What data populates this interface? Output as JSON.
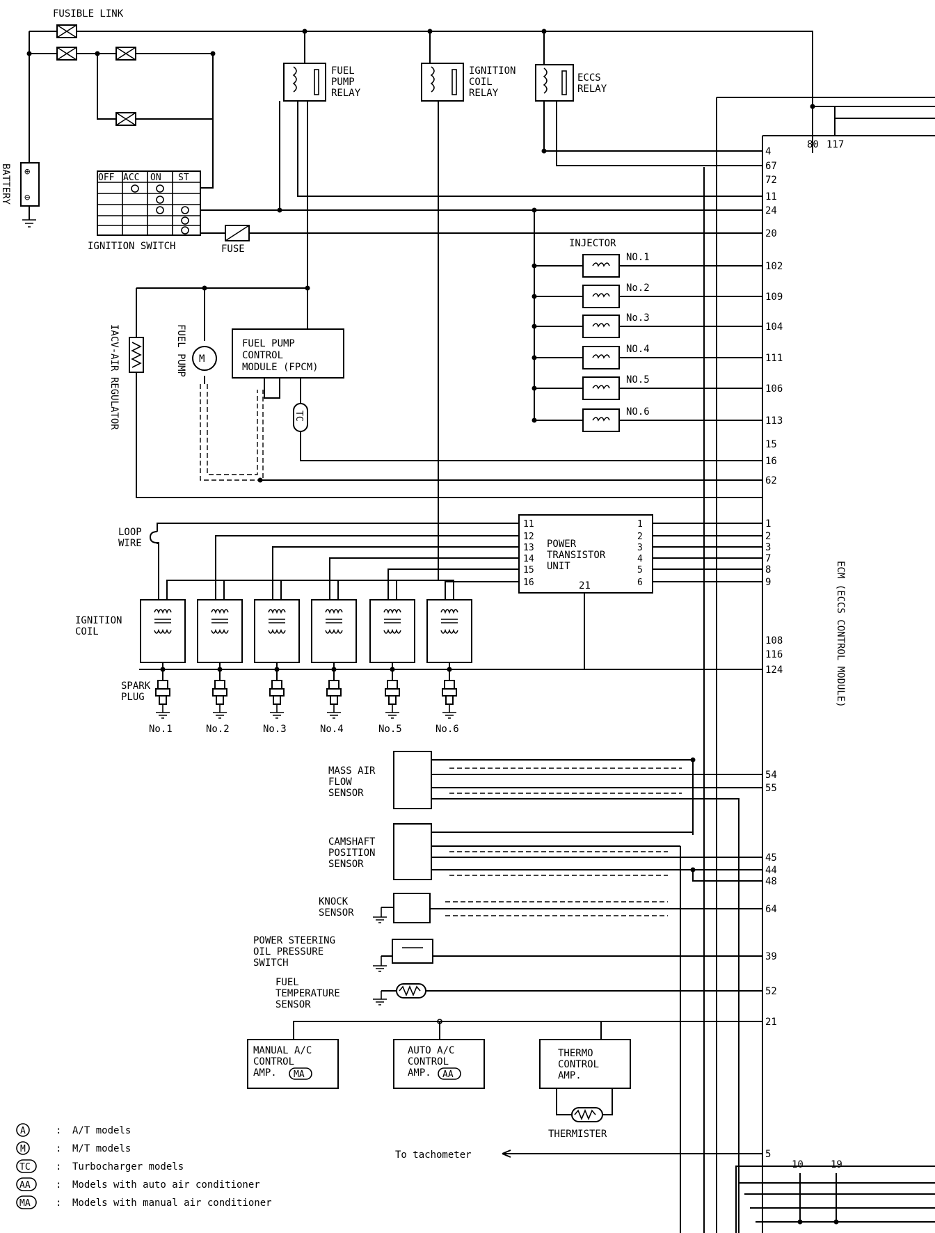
{
  "power": {
    "fusible_link": "FUSIBLE LINK",
    "battery": "BATTERY",
    "fuse": "FUSE",
    "ignition_switch": "IGNITION SWITCH",
    "switch_positions": [
      "OFF",
      "ACC",
      "ON",
      "ST"
    ]
  },
  "relays": [
    {
      "name": "fuel-pump-relay",
      "lines": [
        "FUEL",
        "PUMP",
        "RELAY"
      ]
    },
    {
      "name": "ignition-coil-relay",
      "lines": [
        "IGNITION",
        "COIL",
        "RELAY"
      ]
    },
    {
      "name": "eccs-relay",
      "lines": [
        "ECCS",
        "RELAY"
      ]
    }
  ],
  "fuel": {
    "iacv": "IACV-AIR REGULATOR",
    "fuel_pump": "FUEL PUMP",
    "fpcm": [
      "FUEL PUMP",
      "CONTROL",
      "MODULE (FPCM)"
    ],
    "tc": "TC"
  },
  "injectors": {
    "title": "INJECTOR",
    "items": [
      "NO.1",
      "No.2",
      "No.3",
      "NO.4",
      "NO.5",
      "NO.6"
    ]
  },
  "ignition": {
    "loop_wire": [
      "LOOP",
      "WIRE"
    ],
    "coil": [
      "IGNITION",
      "COIL"
    ],
    "spark_plug": [
      "SPARK",
      "PLUG"
    ],
    "plugs": [
      "No.1",
      "No.2",
      "No.3",
      "No.4",
      "No.5",
      "No.6"
    ],
    "ptu_name": [
      "POWER",
      "TRANSISTOR",
      "UNIT"
    ],
    "ptu_left_pins": [
      "11",
      "12",
      "13",
      "14",
      "15",
      "16"
    ],
    "ptu_right_pins": [
      "1",
      "2",
      "3",
      "4",
      "5",
      "6"
    ],
    "ptu_bottom_pin": "21"
  },
  "sensors": {
    "maf": [
      "MASS AIR",
      "FLOW",
      "SENSOR"
    ],
    "cam": [
      "CAMSHAFT",
      "POSITION",
      "SENSOR"
    ],
    "knock": [
      "KNOCK",
      "SENSOR"
    ],
    "ps": [
      "POWER STEERING",
      "OIL PRESSURE",
      "SWITCH"
    ],
    "fuel_temp": [
      "FUEL",
      "TEMPERATURE",
      "SENSOR"
    ]
  },
  "ac": {
    "manual": [
      "MANUAL A/C",
      "CONTROL",
      "AMP."
    ],
    "manual_badge": "MA",
    "auto": [
      "AUTO A/C",
      "CONTROL",
      "AMP."
    ],
    "auto_badge": "AA",
    "thermo": [
      "THERMO",
      "CONTROL",
      "AMP."
    ],
    "thermister": "THERMISTER"
  },
  "tachometer": "To tachometer",
  "ecm": {
    "label": "ECM (ECCS CONTROL MODULE)",
    "top_pins": [
      "80",
      "117"
    ],
    "bottom_pins": [
      "10",
      "19"
    ],
    "pins": [
      "4",
      "67",
      "72",
      "11",
      "24",
      "20",
      "102",
      "109",
      "104",
      "111",
      "106",
      "113",
      "15",
      "16",
      "62",
      "1",
      "2",
      "3",
      "7",
      "8",
      "9",
      "108",
      "116",
      "124",
      "54",
      "55",
      "45",
      "44",
      "48",
      "64",
      "39",
      "52",
      "21",
      "5"
    ]
  },
  "legend": [
    {
      "badge": "A",
      "text": "A/T models"
    },
    {
      "badge": "M",
      "text": "M/T models"
    },
    {
      "badge": "TC",
      "text": "Turbocharger models"
    },
    {
      "badge": "AA",
      "text": "Models with auto air conditioner"
    },
    {
      "badge": "MA",
      "text": "Models with manual air conditioner"
    }
  ]
}
